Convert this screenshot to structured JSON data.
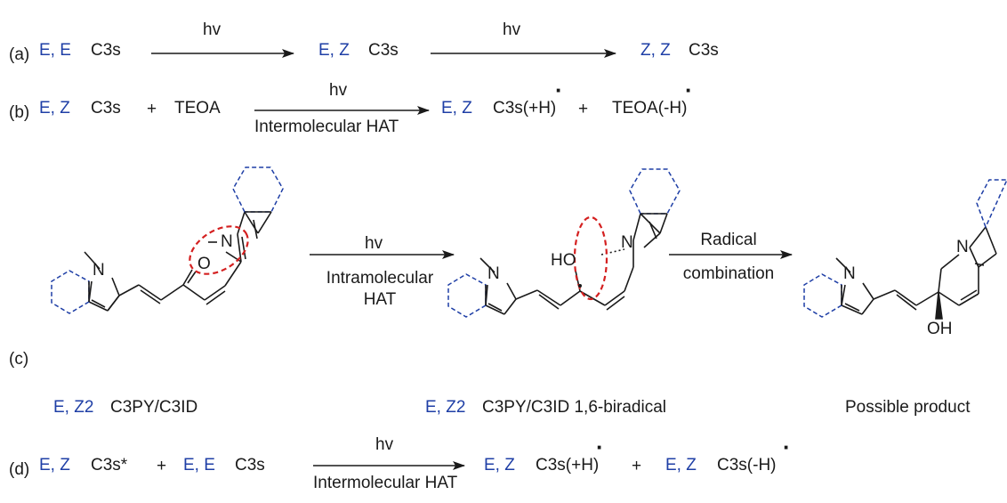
{
  "rows": {
    "a": {
      "label": "(a)",
      "arrow1": "hv",
      "arrow2": "hv",
      "species": [
        {
          "iso": "E, E",
          "name": "C3s"
        },
        {
          "iso": "E, Z",
          "name": "C3s"
        },
        {
          "iso": "Z, Z",
          "name": "C3s"
        }
      ]
    },
    "b": {
      "label": "(b)",
      "r1_iso": "E, Z",
      "r1_name": "C3s",
      "plus1": "+",
      "r2": "TEOA",
      "arrow_top": "hv",
      "arrow_bottom": "Intermolecular HAT",
      "p1_iso": "E, Z",
      "p1_name": "C3s(+H)",
      "plus2": "+",
      "p2": "TEOA(-H)",
      "radical_dot": "·"
    },
    "c": {
      "label": "(c)",
      "arrow1_top": "hv",
      "arrow1_mid": "Intramolecular",
      "arrow1_bottom": "HAT",
      "arrow2_top": "Radical",
      "arrow2_bottom": "combination",
      "atoms": {
        "N": "N",
        "O": "O",
        "HO": "HO",
        "OH": "OH"
      },
      "caption1_iso": "E, Z2",
      "caption1_name": "C3PY/C3ID",
      "caption2_iso": "E, Z2",
      "caption2_name": "C3PY/C3ID 1,6-biradical",
      "caption3": "Possible product"
    },
    "d": {
      "label": "(d)",
      "r1_iso": "E, Z",
      "r1_name": "C3s*",
      "plus1": "+",
      "r2_iso": "E, E",
      "r2_name": "C3s",
      "arrow_top": "hv",
      "arrow_bottom": "Intermolecular HAT",
      "p1_iso": "E, Z",
      "p1_name": "C3s(+H)",
      "plus2": "+",
      "p2_iso": "E, Z",
      "p2_name": "C3s(-H)",
      "radical_dot": "·"
    }
  },
  "colors": {
    "isomer_label": "#1f3fa6",
    "text": "#1a1a1a",
    "dashed_ring": "#1f3fa6",
    "highlight_ellipse": "#d42020"
  }
}
